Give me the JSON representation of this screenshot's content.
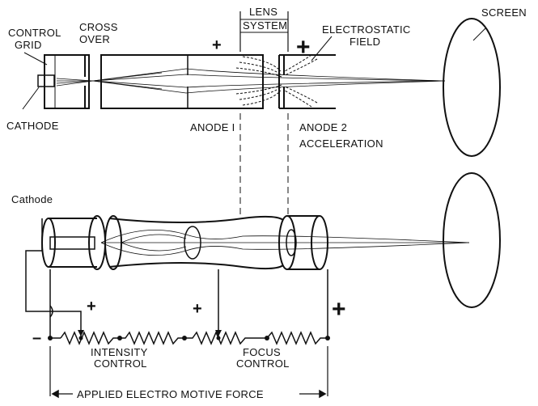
{
  "labels": {
    "control_grid_1": "CONTROL",
    "control_grid_2": "GRID",
    "cross_over_1": "CROSS",
    "cross_over_2": "OVER",
    "lens_system_1": "LENS",
    "lens_system_2": "SYSTEM",
    "electrostatic_field_1": "ELECTROSTATIC",
    "electrostatic_field_2": "FIELD",
    "screen": "SCREEN",
    "cathode_top": "CATHODE",
    "anode1": "ANODE I",
    "anode2_1": "ANODE 2",
    "anode2_2": "ACCELERATION",
    "cathode_bottom": "Cathode",
    "intensity_control_1": "INTENSITY",
    "intensity_control_2": "CONTROL",
    "focus_control_1": "FOCUS",
    "focus_control_2": "CONTROL",
    "applied_emf": "APPLIED ELECTRO MOTIVE FORCE",
    "plus_anode1_top": "+",
    "plus_anode2_top": "+",
    "plus_grid_bias": "+",
    "plus_focus_tap": "+",
    "plus_supply": "+",
    "minus_supply": "–"
  },
  "colors": {
    "ink": "#111111",
    "paper": "#ffffff"
  }
}
